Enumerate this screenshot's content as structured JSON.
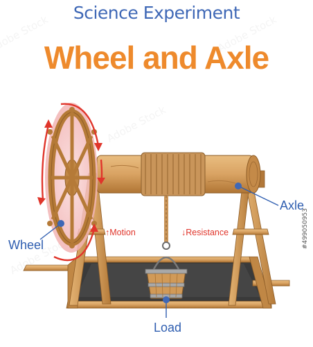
{
  "header": {
    "subtitle": "Science Experiment",
    "title": "Wheel and Axle"
  },
  "labels": {
    "wheel": "Wheel",
    "axle": "Axle",
    "load": "Load",
    "motion": "↑Motion",
    "resistance": "↓Resistance"
  },
  "stock_id": "#499050953",
  "watermark": "Adobe Stock",
  "colors": {
    "subtitle": "#3f68b6",
    "title": "#ee8a2c",
    "label": "#2f5eb0",
    "arrow_red": "#e0352b",
    "wood": "#d9a363",
    "wood_dark": "#a8702f",
    "rope": "#c9955a",
    "pit": "#3a3a3a",
    "wheel_glow": "#f6c7c7"
  },
  "icons": {
    "rotation_arrows": "curved-arrows-icon",
    "pointer_dot": "dot-marker-icon"
  }
}
